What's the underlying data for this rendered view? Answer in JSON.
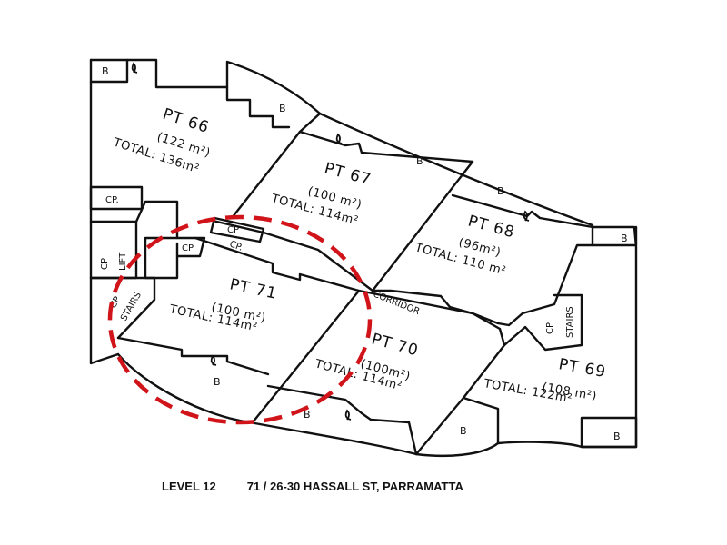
{
  "lots": [
    {
      "id": "66",
      "title": "PT 66",
      "area": "(122 m²)",
      "total": "TOTAL: 136m²"
    },
    {
      "id": "67",
      "title": "PT 67",
      "area": "(100 m²)",
      "total": "TOTAL: 114m²"
    },
    {
      "id": "68",
      "title": "PT 68",
      "area": "(96m²)",
      "total": "TOTAL: 110 m²"
    },
    {
      "id": "69",
      "title": "PT 69",
      "area": "(108 m²)",
      "total": "TOTAL: 122m²"
    },
    {
      "id": "70",
      "title": "PT 70",
      "area": "(100m²)",
      "total": "TOTAL: 114m²"
    },
    {
      "id": "71",
      "title": "PT 71",
      "area": "(100 m²)",
      "total": "TOTAL: 114m²"
    }
  ],
  "labels": {
    "balcony": "B",
    "car_park": "CP",
    "car_park_dotted": "CP.",
    "lift": "LIFT",
    "stairs": "STAIRS",
    "corridor": "CORRIDOR"
  },
  "highlight": {
    "lot": "71",
    "color": "#d0141a",
    "style": "dashed"
  },
  "caption": {
    "level": "LEVEL 12",
    "address": "71 / 26-30 HASSALL ST, PARRAMATTA"
  }
}
